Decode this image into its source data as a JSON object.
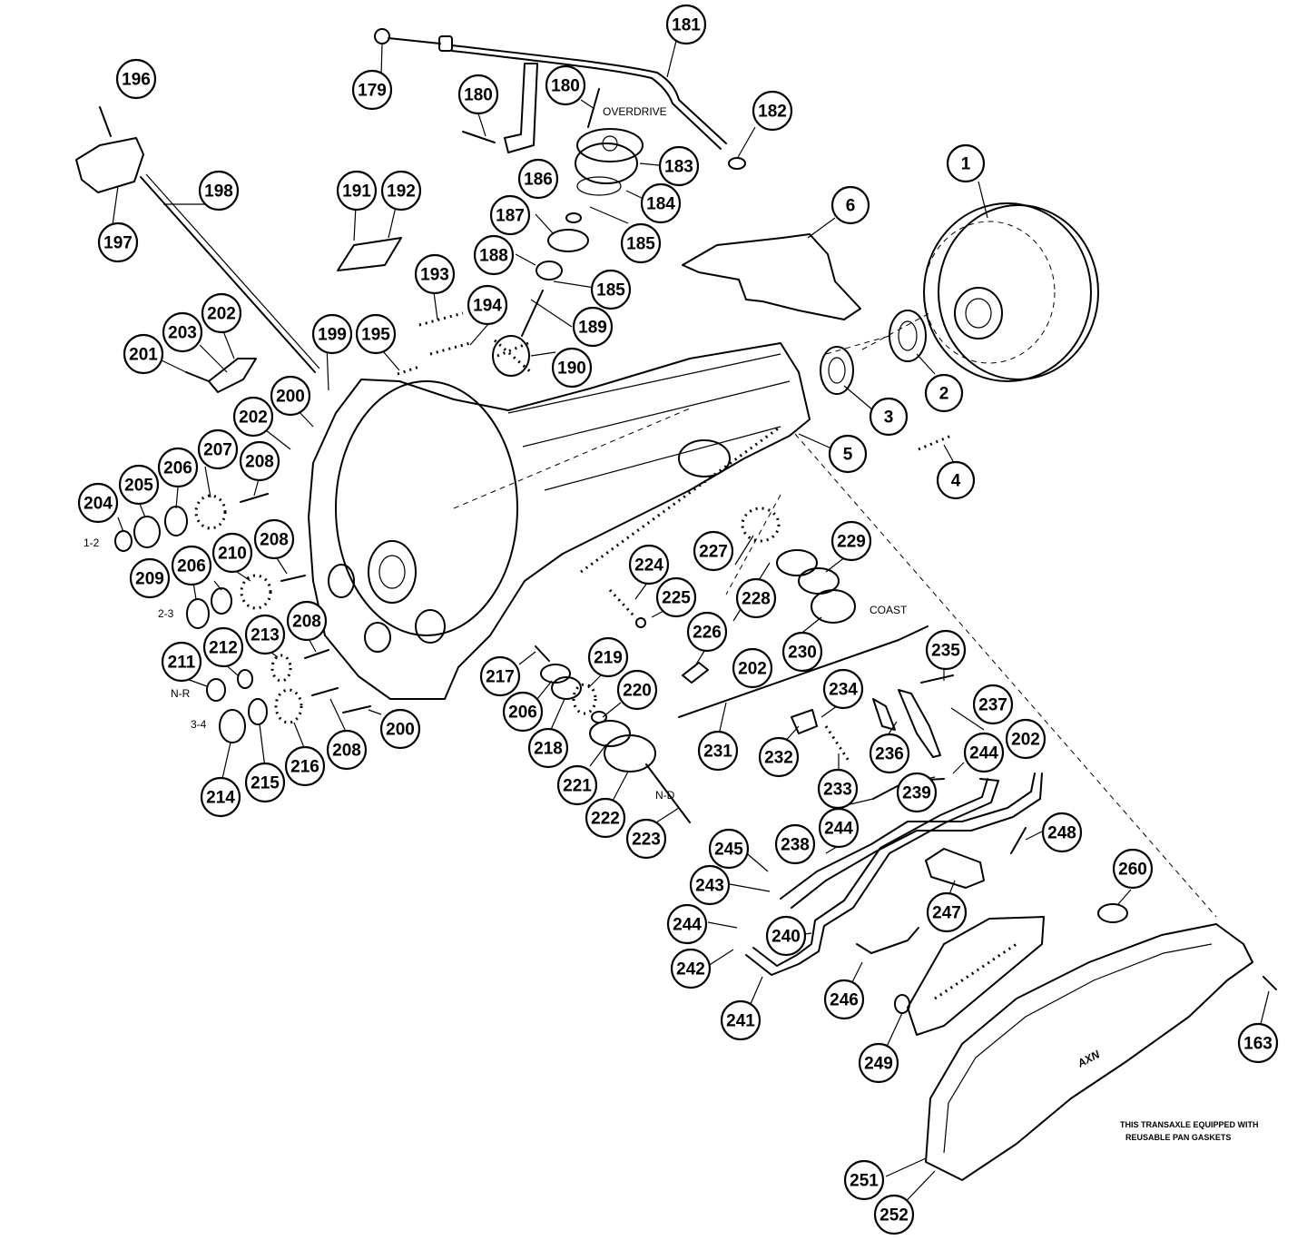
{
  "diagram": {
    "notes": {
      "overdrive": "OVERDRIVE",
      "coast": "COAST",
      "shift_1_2": "1-2",
      "shift_2_3": "2-3",
      "neutral_reverse": "N-R",
      "shift_3_4": "3-4",
      "neutral_drive": "N-D",
      "pan_note_line1": "THIS TRANSAXLE EQUIPPED WITH",
      "pan_note_line2": "REUSABLE PAN GASKETS",
      "pan_brand": "AXN"
    },
    "callouts": [
      {
        "id": "c-196",
        "label": "196"
      },
      {
        "id": "c-179",
        "label": "179"
      },
      {
        "id": "c-181",
        "label": "181"
      },
      {
        "id": "c-180a",
        "label": "180"
      },
      {
        "id": "c-180b",
        "label": "180"
      },
      {
        "id": "c-182",
        "label": "182"
      },
      {
        "id": "c-197",
        "label": "197"
      },
      {
        "id": "c-198",
        "label": "198"
      },
      {
        "id": "c-191",
        "label": "191"
      },
      {
        "id": "c-192",
        "label": "192"
      },
      {
        "id": "c-186",
        "label": "186"
      },
      {
        "id": "c-183",
        "label": "183"
      },
      {
        "id": "c-184",
        "label": "184"
      },
      {
        "id": "c-187",
        "label": "187"
      },
      {
        "id": "c-185a",
        "label": "185"
      },
      {
        "id": "c-188",
        "label": "188"
      },
      {
        "id": "c-1",
        "label": "1"
      },
      {
        "id": "c-6",
        "label": "6"
      },
      {
        "id": "c-193",
        "label": "193"
      },
      {
        "id": "c-185b",
        "label": "185"
      },
      {
        "id": "c-194",
        "label": "194"
      },
      {
        "id": "c-189",
        "label": "189"
      },
      {
        "id": "c-202a",
        "label": "202"
      },
      {
        "id": "c-203",
        "label": "203"
      },
      {
        "id": "c-201",
        "label": "201"
      },
      {
        "id": "c-199",
        "label": "199"
      },
      {
        "id": "c-195",
        "label": "195"
      },
      {
        "id": "c-190",
        "label": "190"
      },
      {
        "id": "c-2",
        "label": "2"
      },
      {
        "id": "c-200a",
        "label": "200"
      },
      {
        "id": "c-202b",
        "label": "202"
      },
      {
        "id": "c-3",
        "label": "3"
      },
      {
        "id": "c-207",
        "label": "207"
      },
      {
        "id": "c-5",
        "label": "5"
      },
      {
        "id": "c-206a",
        "label": "206"
      },
      {
        "id": "c-208a",
        "label": "208"
      },
      {
        "id": "c-205",
        "label": "205"
      },
      {
        "id": "c-4",
        "label": "4"
      },
      {
        "id": "c-204",
        "label": "204"
      },
      {
        "id": "c-227",
        "label": "227"
      },
      {
        "id": "c-229",
        "label": "229"
      },
      {
        "id": "c-210",
        "label": "210"
      },
      {
        "id": "c-208b",
        "label": "208"
      },
      {
        "id": "c-224",
        "label": "224"
      },
      {
        "id": "c-206b",
        "label": "206"
      },
      {
        "id": "c-209",
        "label": "209"
      },
      {
        "id": "c-228",
        "label": "228"
      },
      {
        "id": "c-225",
        "label": "225"
      },
      {
        "id": "c-208c",
        "label": "208"
      },
      {
        "id": "c-226",
        "label": "226"
      },
      {
        "id": "c-213",
        "label": "213"
      },
      {
        "id": "c-230",
        "label": "230"
      },
      {
        "id": "c-212",
        "label": "212"
      },
      {
        "id": "c-219",
        "label": "219"
      },
      {
        "id": "c-235",
        "label": "235"
      },
      {
        "id": "c-211",
        "label": "211"
      },
      {
        "id": "c-202c",
        "label": "202"
      },
      {
        "id": "c-217",
        "label": "217"
      },
      {
        "id": "c-234",
        "label": "234"
      },
      {
        "id": "c-220",
        "label": "220"
      },
      {
        "id": "c-237",
        "label": "237"
      },
      {
        "id": "c-206c",
        "label": "206"
      },
      {
        "id": "c-200b",
        "label": "200"
      },
      {
        "id": "c-202d",
        "label": "202"
      },
      {
        "id": "c-231",
        "label": "231"
      },
      {
        "id": "c-244a",
        "label": "244"
      },
      {
        "id": "c-214",
        "label": "214"
      },
      {
        "id": "c-215",
        "label": "215"
      },
      {
        "id": "c-216",
        "label": "216"
      },
      {
        "id": "c-208d",
        "label": "208"
      },
      {
        "id": "c-218",
        "label": "218"
      },
      {
        "id": "c-236",
        "label": "236"
      },
      {
        "id": "c-232",
        "label": "232"
      },
      {
        "id": "c-221",
        "label": "221"
      },
      {
        "id": "c-233",
        "label": "233"
      },
      {
        "id": "c-239",
        "label": "239"
      },
      {
        "id": "c-222",
        "label": "222"
      },
      {
        "id": "c-244b",
        "label": "244"
      },
      {
        "id": "c-223",
        "label": "223"
      },
      {
        "id": "c-248",
        "label": "248"
      },
      {
        "id": "c-245",
        "label": "245"
      },
      {
        "id": "c-238",
        "label": "238"
      },
      {
        "id": "c-260",
        "label": "260"
      },
      {
        "id": "c-243",
        "label": "243"
      },
      {
        "id": "c-247",
        "label": "247"
      },
      {
        "id": "c-244c",
        "label": "244"
      },
      {
        "id": "c-240",
        "label": "240"
      },
      {
        "id": "c-242",
        "label": "242"
      },
      {
        "id": "c-246",
        "label": "246"
      },
      {
        "id": "c-241",
        "label": "241"
      },
      {
        "id": "c-163",
        "label": "163"
      },
      {
        "id": "c-249",
        "label": "249"
      },
      {
        "id": "c-251",
        "label": "251"
      },
      {
        "id": "c-252",
        "label": "252"
      }
    ]
  }
}
